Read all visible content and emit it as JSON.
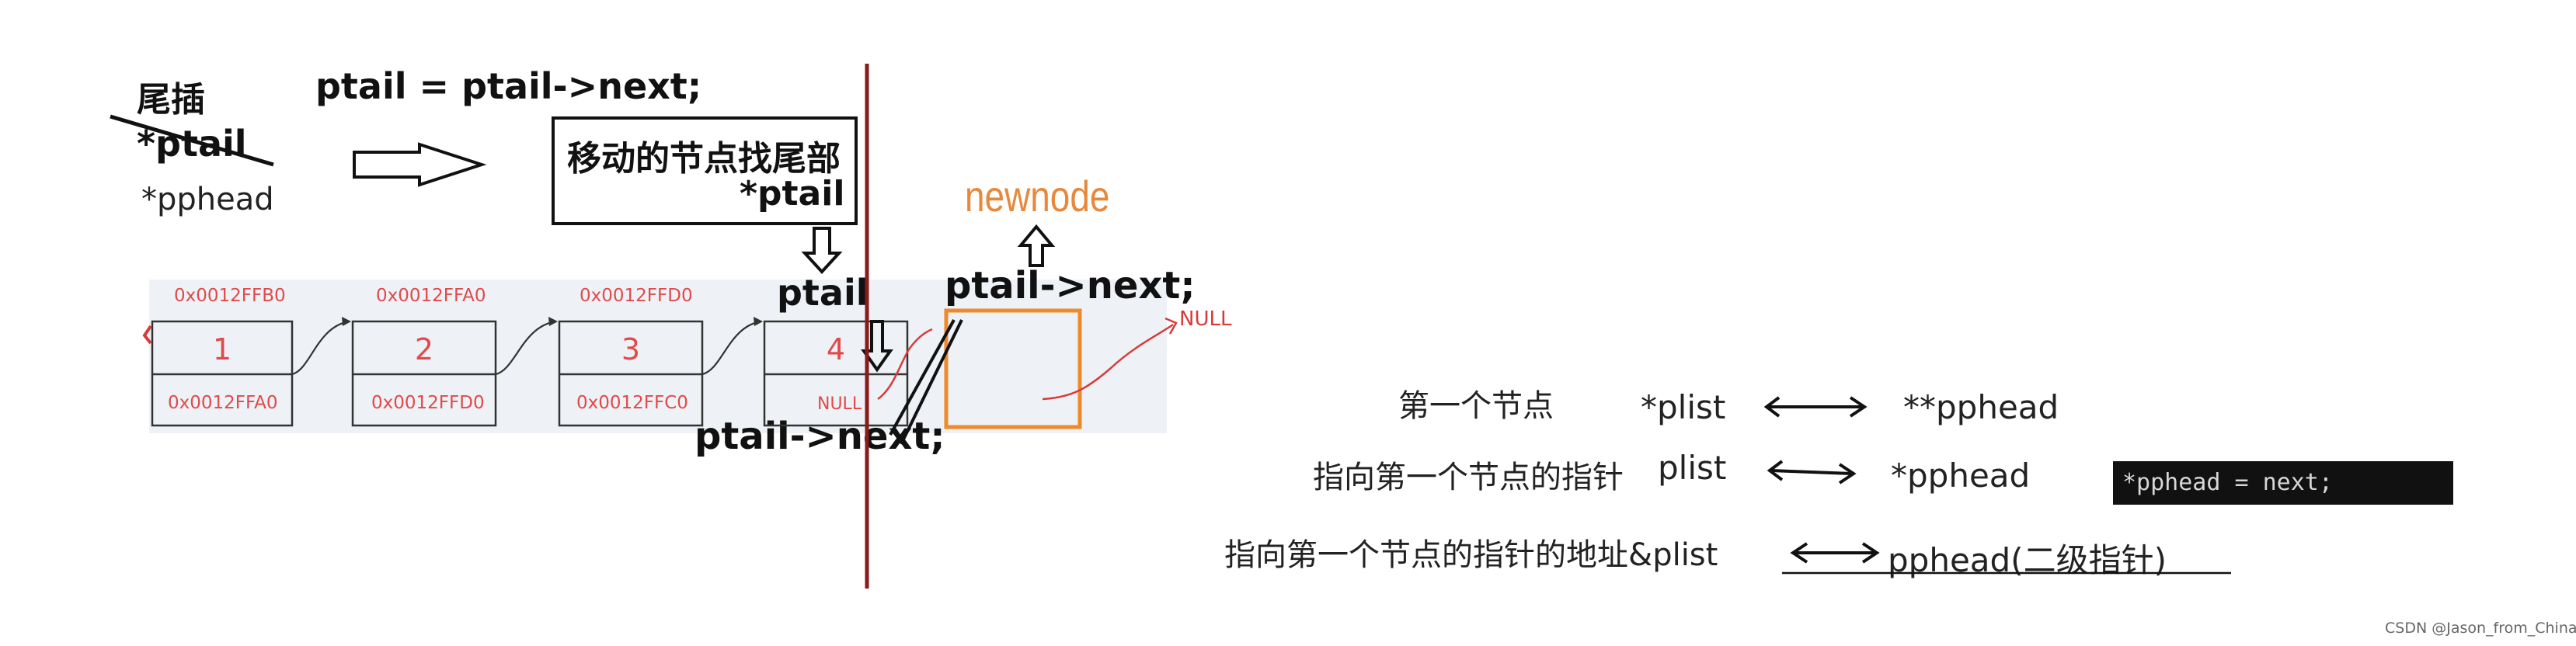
{
  "left": {
    "title": "尾插",
    "ptail_struck": "*ptail",
    "pphead": "*pphead",
    "command": "ptail = ptail->next;",
    "box_line1": "移动的节点找尾部",
    "box_line2": "*ptail",
    "ptail_above": "ptail",
    "ptail_next_bottom": "ptail->next;"
  },
  "list": {
    "nodes": [
      {
        "addr_top": "0x0012FFB0",
        "value": "1",
        "addr_bottom": "0x0012FFA0"
      },
      {
        "addr_top": "0x0012FFA0",
        "value": "2",
        "addr_bottom": "0x0012FFD0"
      },
      {
        "addr_top": "0x0012FFD0",
        "value": "3",
        "addr_bottom": "0x0012FFC0"
      },
      {
        "value": "4",
        "addr_bottom": "NULL"
      }
    ]
  },
  "newnode": {
    "label": "newnode",
    "ptail_next": "ptail->next;",
    "null_label": "NULL"
  },
  "explain": {
    "row1_label": "第一个节点",
    "row1_left": "*plist",
    "row1_right": "**pphead",
    "row2_label": "指向第一个节点的指针",
    "row2_left": "plist",
    "row2_right": "*pphead",
    "row3_label": "指向第一个节点的指针的地址",
    "row3_left": "&plist",
    "row3_right": "pphead(二级指针)"
  },
  "code": "*pphead = next;",
  "watermark": "CSDN @Jason_from_China",
  "colors": {
    "divider": "#8b1a1a",
    "list_text": "#e04a4a",
    "newnode": "#e8883a",
    "code_bg": "#111111"
  }
}
